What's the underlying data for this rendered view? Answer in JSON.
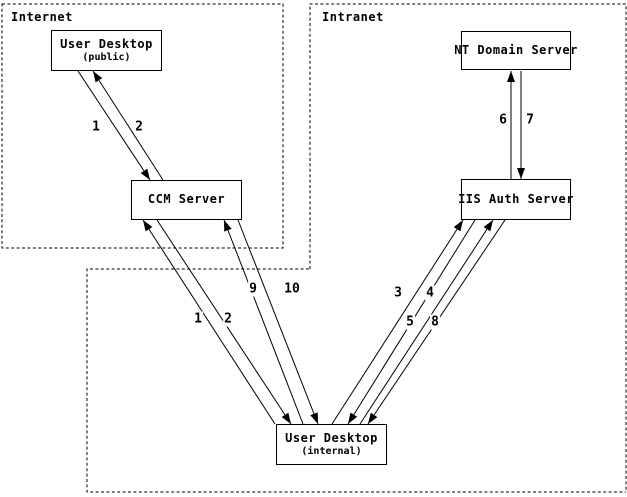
{
  "regions": {
    "internet": "Internet",
    "intranet": "Intranet"
  },
  "nodes": {
    "user_desktop_public": {
      "title": "User Desktop",
      "subtitle": "(public)"
    },
    "ccm_server": {
      "title": "CCM Server"
    },
    "nt_domain_server": {
      "title": "NT Domain Server"
    },
    "iis_auth_server": {
      "title": "IIS Auth Server"
    },
    "user_desktop_internal": {
      "title": "User Desktop",
      "subtitle": "(internal)"
    }
  },
  "flows": {
    "f1_public": "1",
    "f2_public": "2",
    "f1_internal": "1",
    "f2_internal": "2",
    "f3": "3",
    "f4": "4",
    "f5": "5",
    "f6": "6",
    "f7": "7",
    "f8": "8",
    "f9": "9",
    "f10": "10"
  },
  "edges": [
    {
      "label": "1",
      "from": "User Desktop (public)",
      "to": "CCM Server"
    },
    {
      "label": "2",
      "from": "CCM Server",
      "to": "User Desktop (public)"
    },
    {
      "label": "1",
      "from": "User Desktop (internal)",
      "to": "CCM Server"
    },
    {
      "label": "2",
      "from": "CCM Server",
      "to": "User Desktop (internal)"
    },
    {
      "label": "9",
      "from": "User Desktop (internal)",
      "to": "CCM Server"
    },
    {
      "label": "10",
      "from": "CCM Server",
      "to": "User Desktop (internal)"
    },
    {
      "label": "3",
      "from": "User Desktop (internal)",
      "to": "IIS Auth Server"
    },
    {
      "label": "4",
      "from": "IIS Auth Server",
      "to": "User Desktop (internal)"
    },
    {
      "label": "5",
      "from": "User Desktop (internal)",
      "to": "IIS Auth Server"
    },
    {
      "label": "8",
      "from": "IIS Auth Server",
      "to": "User Desktop (internal)"
    },
    {
      "label": "6",
      "from": "IIS Auth Server",
      "to": "NT Domain Server"
    },
    {
      "label": "7",
      "from": "NT Domain Server",
      "to": "IIS Auth Server"
    }
  ],
  "colors": {
    "line": "#000000",
    "background": "#ffffff"
  }
}
